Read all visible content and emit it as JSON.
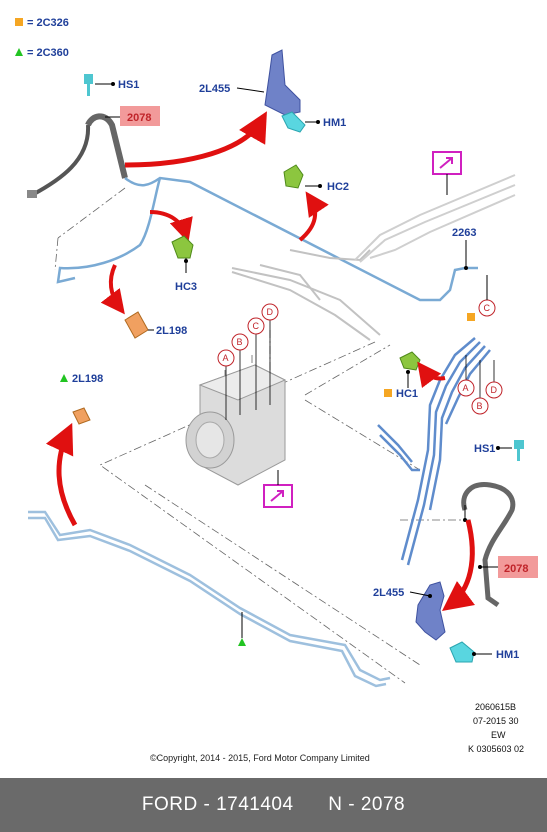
{
  "legend": [
    {
      "symbol": "orange-square-icon",
      "text": "= 2C326"
    },
    {
      "symbol": "green-triangle-icon",
      "text": "= 2C360"
    }
  ],
  "parts": {
    "hs1_top": "HS1",
    "tag_2078_top": "2078",
    "l2l455_top": "2L455",
    "hm1_top": "HM1",
    "hc2": "HC2",
    "hc3": "HC3",
    "l2l198_mid": "2L198",
    "l2263": "2263",
    "hc1": "HC1",
    "l2l198_left": "2L198",
    "hs1_right": "HS1",
    "tag_2078_right": "2078",
    "l2l455_bottom": "2L455",
    "hm1_bottom": "HM1"
  },
  "circle_letters": {
    "cluster_a": "A",
    "cluster_b": "B",
    "cluster_c": "C",
    "cluster_d": "D",
    "right_c": "C",
    "right_a": "A",
    "right_b": "B",
    "right_d": "D"
  },
  "ref_block": [
    "2060615B",
    "07-2015 30",
    "EW",
    "K 0305603 02"
  ],
  "copyright": "©Copyright, 2014 - 2015, Ford Motor Company Limited",
  "footer": {
    "brand": "FORD - 1741404",
    "part": "N - 2078"
  },
  "colors": {
    "callout_blue": "#1f3f9a",
    "arrow_red": "#e01010",
    "tag_pink": "#f29a9a",
    "footer_gray": "#6a6a6a",
    "pipe_blue": "#7aaad4",
    "marker_orange": "#f5a623",
    "marker_green": "#22c422",
    "magenta": "#d020c0"
  }
}
